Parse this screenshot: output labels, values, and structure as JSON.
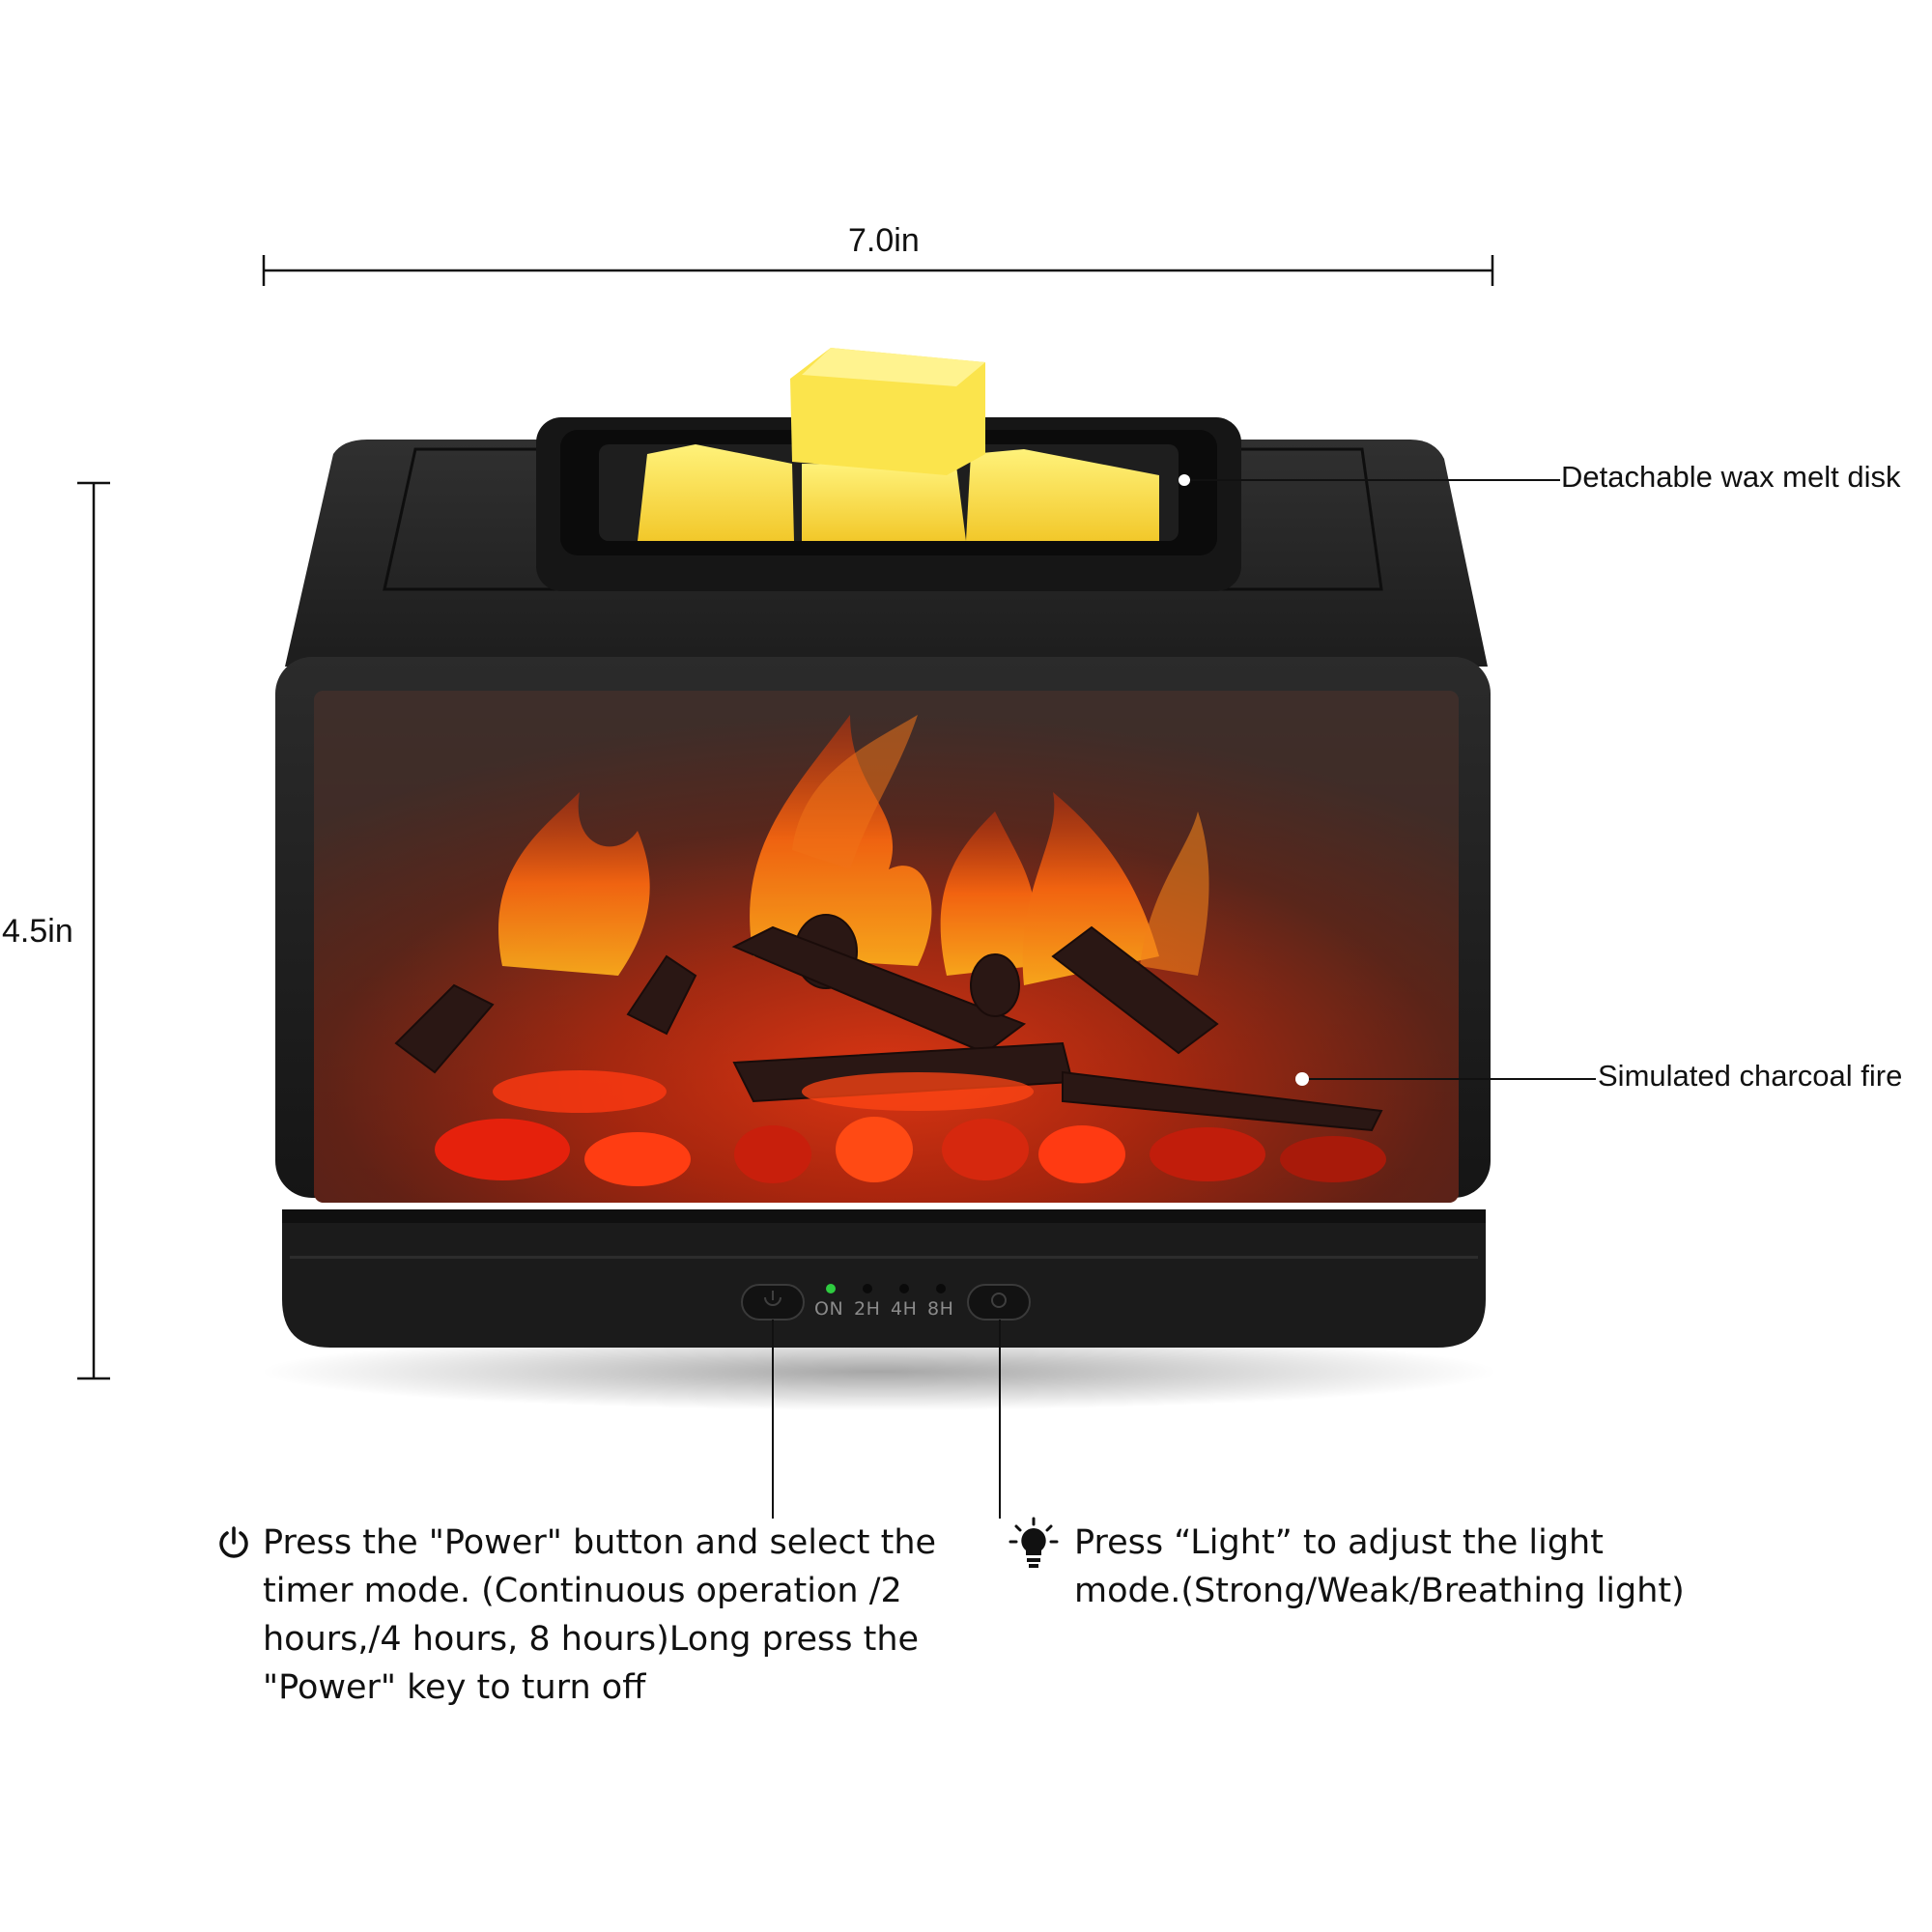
{
  "dimensions": {
    "width_label": "7.0in",
    "height_label": "4.5in"
  },
  "callouts": {
    "wax_disk": "Detachable wax melt disk",
    "charcoal_fire": "Simulated charcoal fire"
  },
  "control_panel": {
    "leds": [
      {
        "label": "ON",
        "active": true
      },
      {
        "label": "2H",
        "active": false
      },
      {
        "label": "4H",
        "active": false
      },
      {
        "label": "8H",
        "active": false
      }
    ],
    "led_active_color": "#2ecc40"
  },
  "instructions": {
    "power": {
      "icon": "power-icon",
      "lines": [
        "Press the \"Power\" button and select the",
        "timer mode. (Continuous operation /2",
        "hours,/4 hours, 8 hours)Long press the",
        "\"Power\" key to turn off"
      ]
    },
    "light": {
      "icon": "lightbulb-icon",
      "lines": [
        "Press  “Light”  to adjust the light",
        "mode.(Strong/Weak/Breathing light)"
      ]
    }
  }
}
